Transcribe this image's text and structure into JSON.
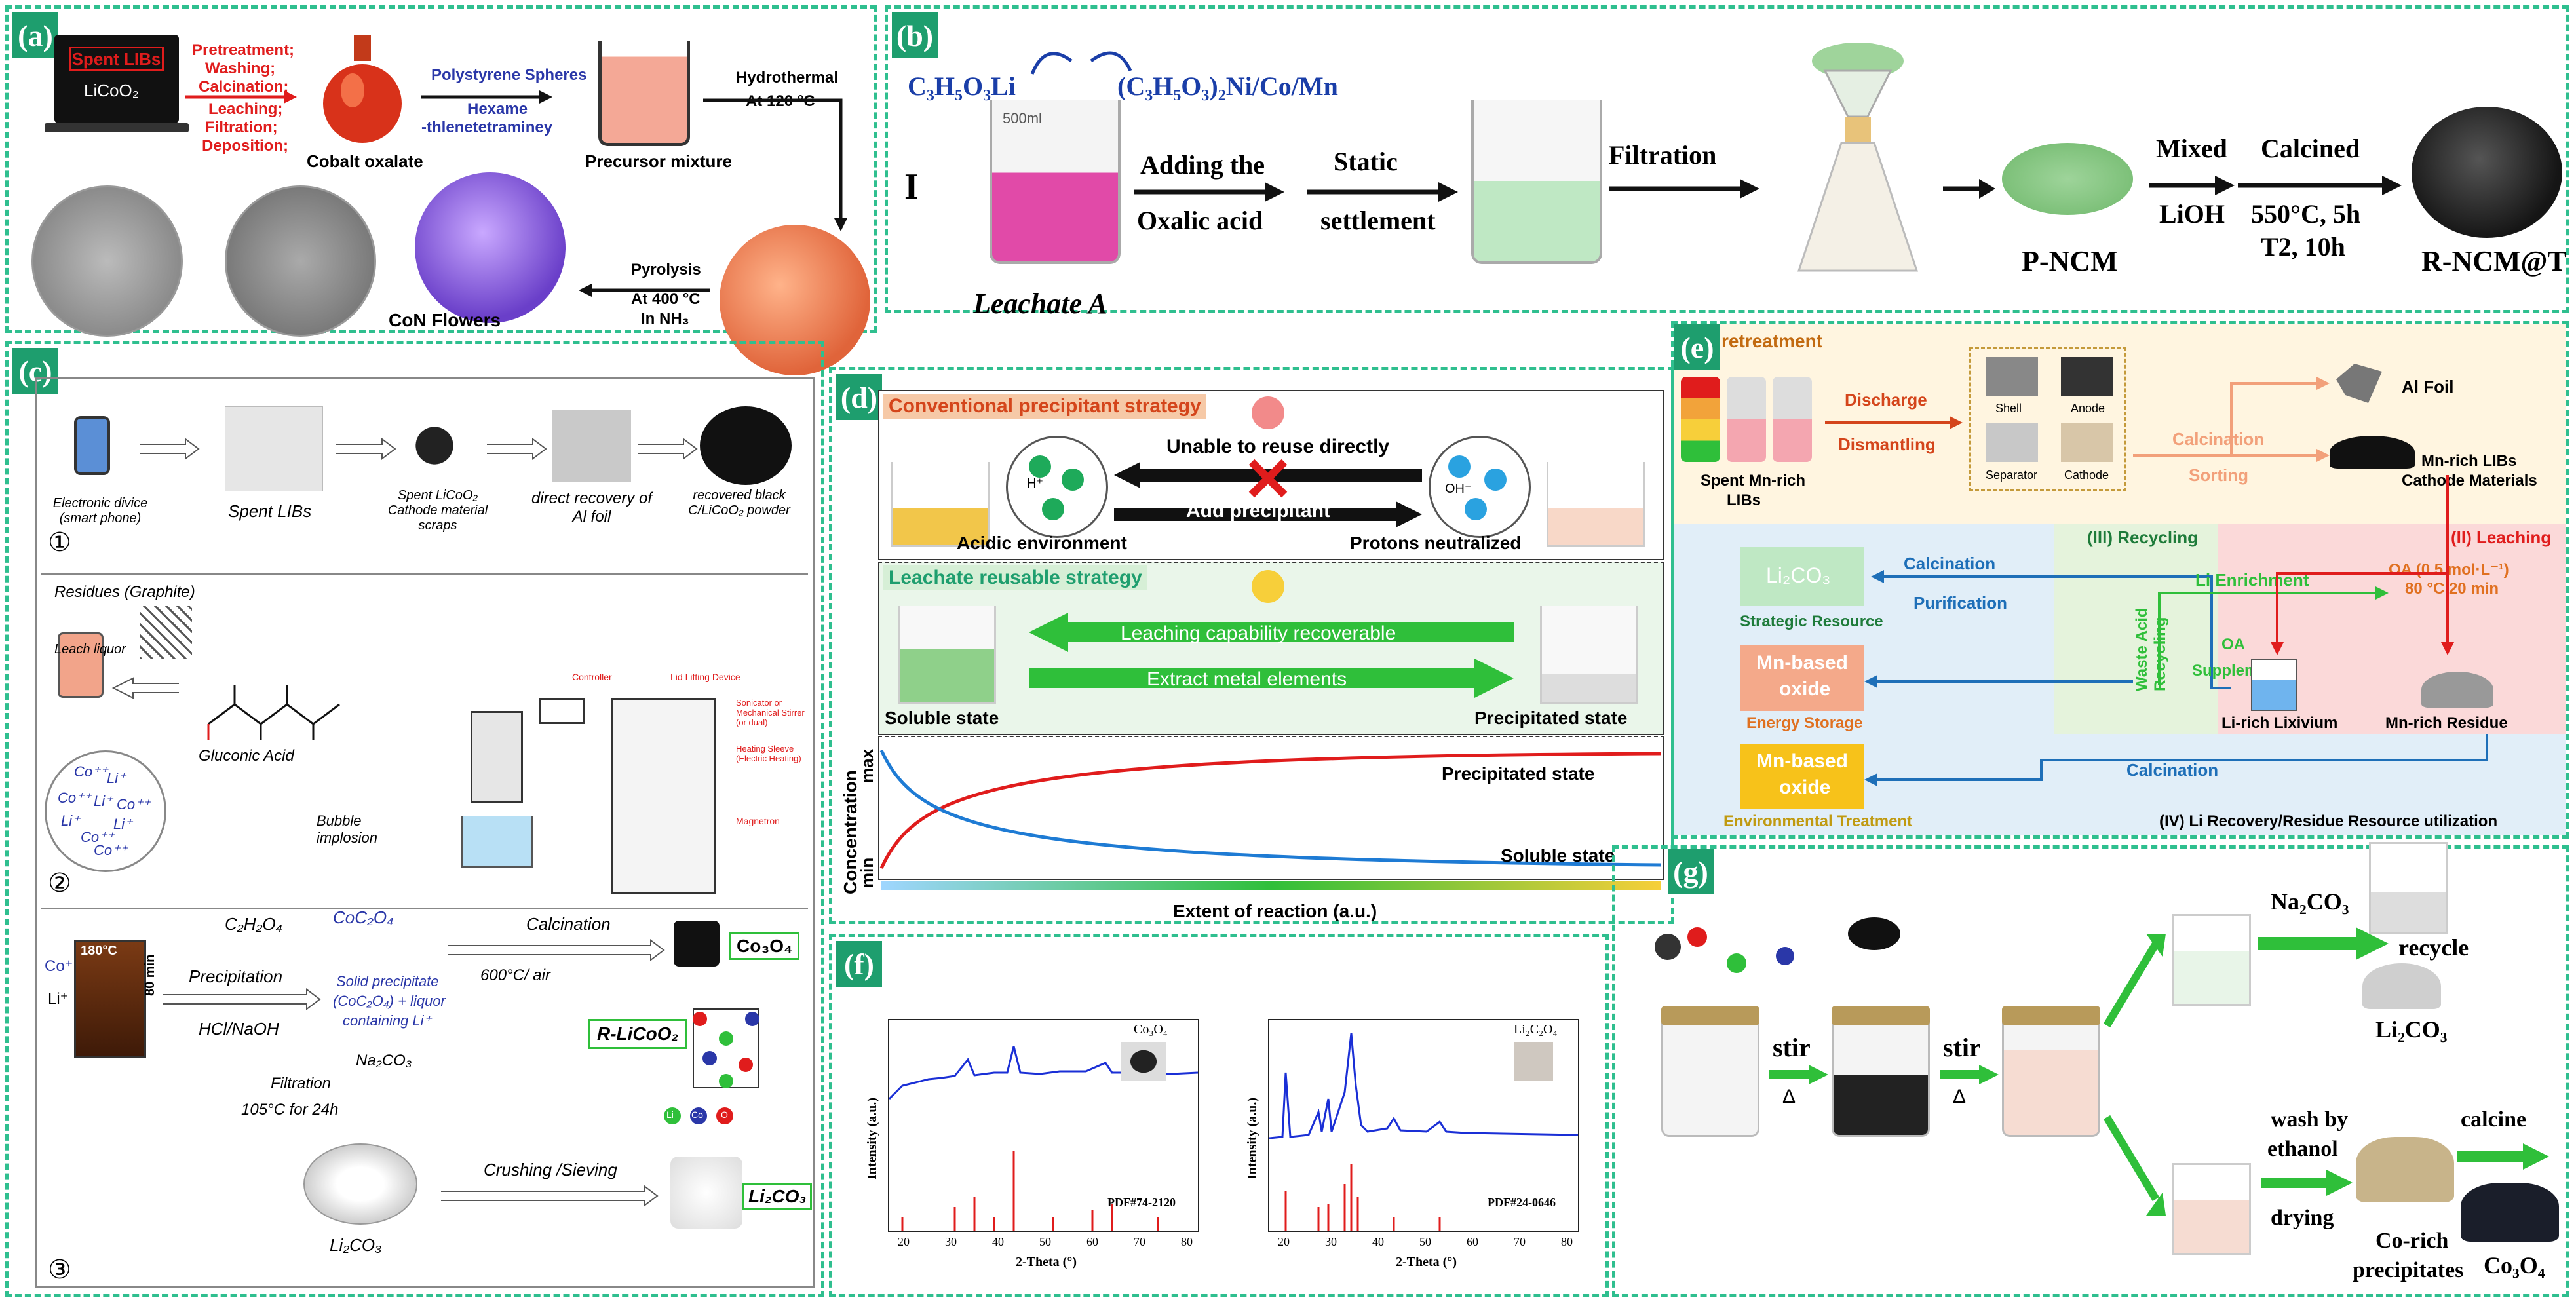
{
  "panel_a": {
    "label": "(a)",
    "laptop_text1": "Spent LIBs",
    "laptop_text2": "LiCoO₂",
    "steps": [
      "Pretreatment;",
      "Washing;",
      "Calcination;",
      "Leaching;",
      "Filtration;",
      "Deposition;"
    ],
    "cobalt_oxalate": "Cobalt oxalate",
    "ps": "Polystyrene Spheres",
    "hexa1": "Hexame",
    "hexa2": "-thlenetetraminey",
    "precursor": "Precursor mixture",
    "hydro": "Hydrothermal",
    "hydro_temp": "At 120 °C",
    "pyro": "Pyrolysis",
    "pyro_temp": "At 400 °C",
    "pyro_gas": "In NH₃",
    "con": "CoN Flowers"
  },
  "panel_b": {
    "label": "(b)",
    "reagent_left": "C₃H₅O₃Li",
    "reagent_right": "(C₃H₅O₃)₂Ni/Co/Mn",
    "roman": "I",
    "beaker_vol": "500ml",
    "leachate": "Leachate A",
    "step1a": "Adding the",
    "step1b": "Oxalic acid",
    "step2a": "Static",
    "step2b": "settlement",
    "filtration": "Filtration",
    "pncm": "P-NCM",
    "mixed": "Mixed",
    "lioh": "LiOH",
    "calcined": "Calcined",
    "cond1": "550°C, 5h",
    "cond2": "T2, 10h",
    "rncm": "R-NCM@T"
  },
  "panel_c": {
    "label": "(c)",
    "items": [
      "Electronic divice (smart phone)",
      "Spent LIBs",
      "Spent LiCoO₂ Cathode material scraps",
      "direct recovery of Al foil",
      "recovered black C/LiCoO₂ powder"
    ],
    "n1": "①",
    "n2": "②",
    "n3": "③",
    "residues": "Residues (Graphite)",
    "leach": "Leach liquor",
    "gluconic": "Gluconic Acid",
    "bubble": "Bubble implosion",
    "controller": "Controller",
    "lid": "Lid Lifting Device",
    "sonicator": "Sonicator or Mechanical Stirrer (or dual)",
    "heating": "Heating Sleeve (Electric Heating)",
    "magnetron": "Magnetron",
    "ions": [
      "Co⁺⁺",
      "Li⁺",
      "Co⁺⁺",
      "Li⁺",
      "Co⁺⁺",
      "Li⁺",
      "Co⁺⁺",
      "Li⁺",
      "Co⁺⁺"
    ],
    "temp": "180°C",
    "time": "80 min",
    "co_ion": "Co⁺",
    "li_ion": "Li⁺",
    "oxalic": "C₂H₂O₄",
    "precip": "Precipitation",
    "hclnaoh": "HCl/NaOH",
    "coc2o4": "CoC₂O₄",
    "solid1": "Solid precipitate",
    "solid2": "(CoC₂O₄) + liquor",
    "solid3": "containing Li⁺",
    "calc": "Calcination",
    "calc_cond": "600°C/ air",
    "co3o4": "Co₃O₄",
    "na2co3": "Na₂CO₃",
    "filt": "Filtration",
    "filt_cond": "105°C for 24h",
    "rlicoo2": "R-LiCoO₂",
    "li2co3_img": "Li₂CO₃",
    "crush": "Crushing /Sieving",
    "li2co3_box": "Li₂CO₃",
    "atoms": [
      "Li",
      "Co",
      "O"
    ]
  },
  "panel_d": {
    "label": "(d)",
    "conv": "Conventional precipitant strategy",
    "unable": "Unable to reuse directly",
    "add": "Add precipitant",
    "acidic": "Acidic environment",
    "neutral": "Protons neutralized",
    "reuse": "Leachate reusable strategy",
    "leach_cap": "Leaching capability recoverable",
    "extract": "Extract metal elements",
    "soluble": "Soluble state",
    "precip": "Precipitated state",
    "conc": "Concentration",
    "max": "max",
    "min": "min",
    "xlabel": "Extent of reaction (a.u.)",
    "curve1": "Precipitated state",
    "curve2": "Soluble state",
    "h_ion": "H⁺",
    "oh_ion": "OH⁻"
  },
  "panel_e": {
    "label": "(e)",
    "pre": "retreatment",
    "discharge": "Discharge",
    "dismantle": "Dismantling",
    "shell": "Shell",
    "anode": "Anode",
    "separator": "Separator",
    "cathode": "Cathode",
    "spent1": "Spent Mn-rich",
    "spent2": "LIBs",
    "calc": "Calcination",
    "sorting": "Sorting",
    "alfoil": "Al Foil",
    "mnrich1": "Mn-rich LIBs",
    "mnrich2": "Cathode Materials",
    "recycling": "(III) Recycling",
    "leaching": "(II) Leaching",
    "li2co3": "Li₂CO₃",
    "strategic": "Strategic Resource",
    "calc2": "Calcination",
    "purif": "Purification",
    "li_enrich": "Li Enrichment",
    "oa1": "OA (0.5 mol·L⁻¹)",
    "oa2": "80 °C 20 min",
    "waste": "Waste Acid Recycling",
    "oa_sup1": "OA",
    "oa_sup2": "Supplement",
    "mn_oxide1": "Mn-based",
    "mn_oxide2": "oxide",
    "energy": "Energy Storage",
    "lirich": "Li-rich Lixivium",
    "mnres": "Mn-rich Residue",
    "calc3": "Calcination",
    "env": "Environmental Treatment",
    "recovery": "(IV) Li Recovery/Residue Resource utilization"
  },
  "panel_f": {
    "label": "(f)",
    "left_legend": "Co₃O₄",
    "left_pdf": "PDF#74-2120",
    "right_legend": "Li₂C₂O₄",
    "right_pdf": "PDF#24-0646",
    "ylabel": "Intensity (a.u.)",
    "xlabel": "2-Theta (°)",
    "ticks": [
      "20",
      "30",
      "40",
      "50",
      "60",
      "70",
      "80"
    ]
  },
  "panel_g": {
    "label": "(g)",
    "stir1": "stir",
    "stir2": "stir",
    "delta": "Δ",
    "na2co3": "Na₂CO₃",
    "recycle": "recycle",
    "li2co3": "Li₂CO₃",
    "wash1": "wash by",
    "wash2": "ethanol",
    "drying": "drying",
    "corich1": "Co-rich",
    "corich2": "precipitates",
    "calcine": "calcine",
    "co3o4": "Co₃O₄"
  },
  "colors": {
    "panel_border": "#2fbf8f",
    "label_bg": "#1e9e6e",
    "red_text": "#e01c1c",
    "blue_text": "#2a37a8",
    "green_arrow": "#2fbf3a"
  }
}
